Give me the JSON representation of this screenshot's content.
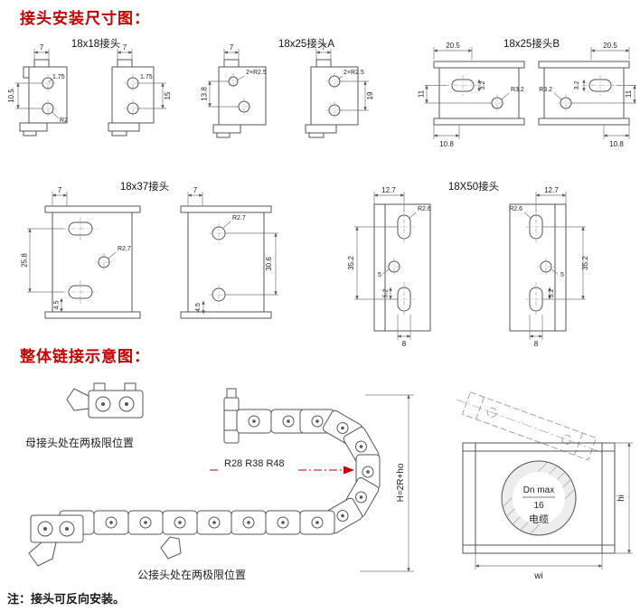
{
  "titles": {
    "section1": "接头安装尺寸图：",
    "section2": "整体链接示意图：",
    "note": "注：接头可反向安装。"
  },
  "connectors": {
    "c1818": {
      "label": "18x18接头",
      "dims": {
        "top_l": "7",
        "top_r": "7",
        "offset_l": "1.75",
        "offset_r": "1.75",
        "height_l": "10.5",
        "height_r": "15",
        "radius": "R2"
      }
    },
    "c1825a": {
      "label": "18x25接头A",
      "dims": {
        "top_l": "7",
        "top_r": "7",
        "radius_l": "2×R2.5",
        "radius_r": "2×R2.5",
        "height_l": "13.8",
        "height_r": "19"
      }
    },
    "c1825b": {
      "label": "18x25接头B",
      "dims": {
        "width_l": "20.5",
        "width_r": "20.5",
        "slot_l": "3.2",
        "slot_r": "3.2",
        "height_l": "11",
        "height_r": "11",
        "radius_l": "R3.2",
        "radius_r": "R3.2",
        "bottom_l": "10.8",
        "bottom_r": "10.8"
      }
    },
    "c1837": {
      "label": "18x37接头",
      "dims": {
        "top_l": "7",
        "top_r": "7",
        "radius_l": "R2.7",
        "radius_r": "R2.7",
        "height_l": "25.8",
        "height_r": "30.6",
        "slot_l": "4.5",
        "slot_r": "4.5"
      }
    },
    "c1850": {
      "label": "18X50接头",
      "dims": {
        "top_l": "12.7",
        "top_r": "12.7",
        "radius_l": "R2.6",
        "radius_r": "R2.6",
        "hole_l": "5",
        "hole_r": "5",
        "height_l": "35.2",
        "height_r": "35.2",
        "slot_l": "5.2",
        "slot_r": "5.2",
        "bottom_l": "8",
        "bottom_r": "8"
      }
    }
  },
  "schematic": {
    "female_label": "母接头处在两极限位置",
    "male_label": "公接头处在两极限位置",
    "bend_radius_values": "R28 R38 R48",
    "height_formula": "H=2R+ho",
    "cross_section": {
      "dn_max": "Dn max",
      "dn_value": "16",
      "cable": "电缆",
      "inner_height": "hi",
      "inner_width": "wi"
    }
  },
  "colors": {
    "accent_red": "#c40000",
    "line": "#555555"
  }
}
